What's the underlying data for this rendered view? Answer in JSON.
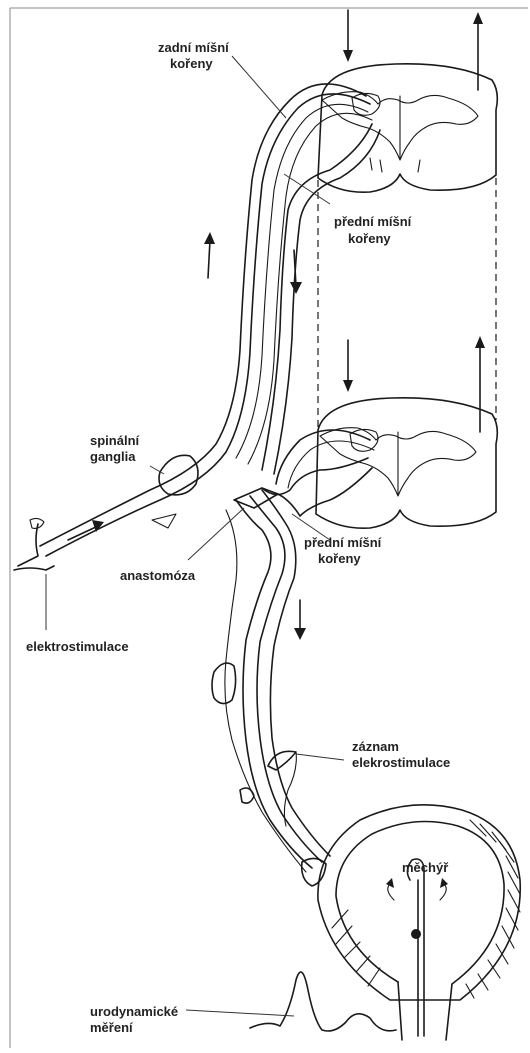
{
  "labels": {
    "dorsal_roots_line1": "zadní míšní",
    "dorsal_roots_line2": "kořeny",
    "ventral_roots_upper_line1": "přední míšní",
    "ventral_roots_upper_line2": "kořeny",
    "spinal_ganglia_line1": "spinální",
    "spinal_ganglia_line2": "ganglia",
    "ventral_roots_lower_line1": "přední míšní",
    "ventral_roots_lower_line2": "kořeny",
    "anastomosis": "anastomóza",
    "electrostimulation": "elektrostimulace",
    "recording_line1": "záznam",
    "recording_line2": "elekrostimulace",
    "bladder": "měchýř",
    "urodynamics_line1": "urodynamické",
    "urodynamics_line2": "měření"
  },
  "colors": {
    "ink": "#1a1a1a",
    "label": "#222222",
    "background": "#ffffff"
  }
}
